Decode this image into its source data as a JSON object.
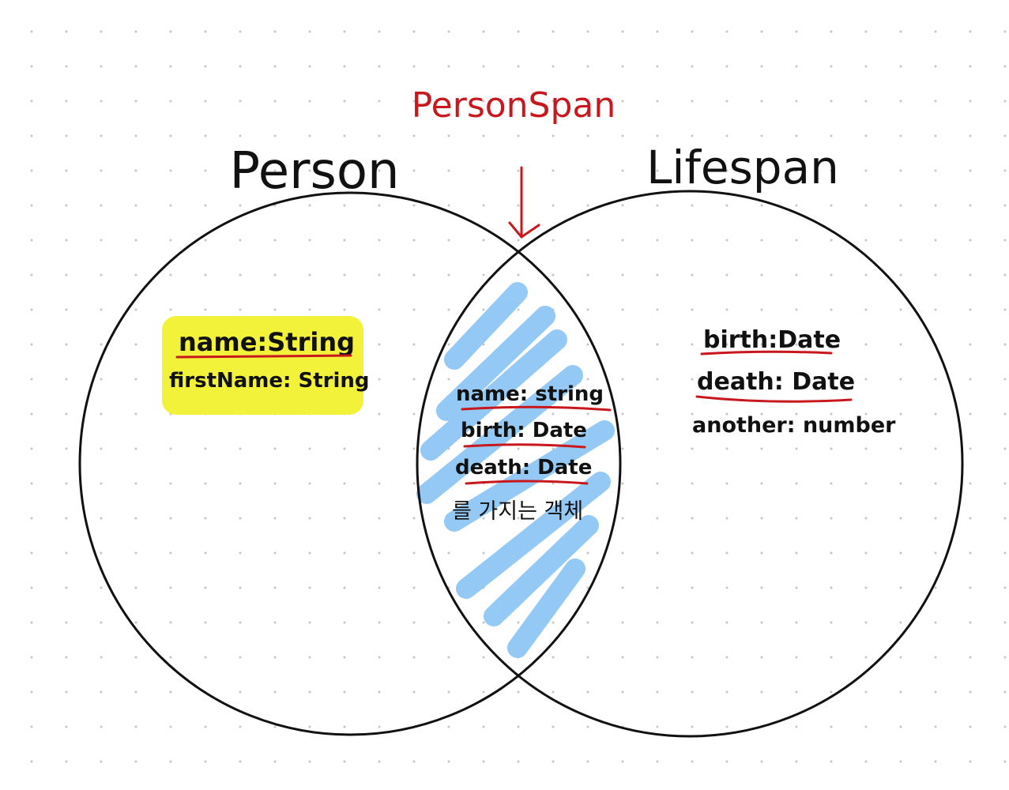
{
  "colors": {
    "ink": "#111111",
    "red": "#c8181e",
    "highlight_yellow": "#f3f23a",
    "hatch_blue": "#8fc7f5"
  },
  "top_label": "PersonSpan",
  "left_set": {
    "title": "Person",
    "fields": [
      "name:String",
      "firstName: String"
    ]
  },
  "right_set": {
    "title": "Lifespan",
    "fields": [
      "birth:Date",
      "death: Date",
      "another: number"
    ]
  },
  "intersection": {
    "fields": [
      "name: string",
      "birth: Date",
      "death: Date"
    ],
    "caption": "를 가지는 객체"
  }
}
